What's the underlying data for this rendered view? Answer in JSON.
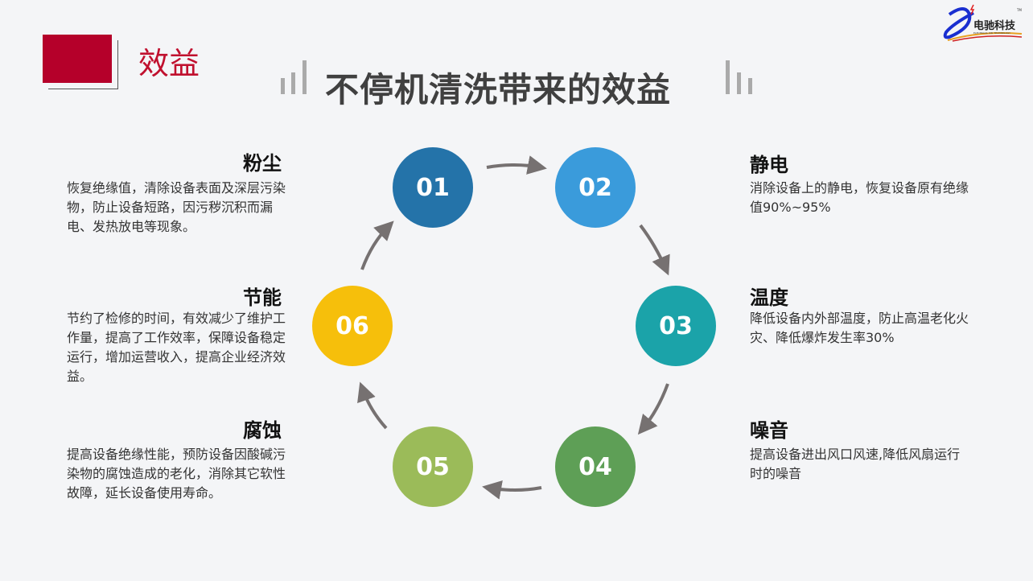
{
  "section_title": "效益",
  "main_title": "不停机清洗带来的效益",
  "logo": {
    "text": "电驰科技",
    "subtext": "ELECTRICAL DRI TECHNOLOGY",
    "tm": "TM"
  },
  "steps": [
    {
      "num": "01",
      "color": "#2473a9",
      "title": "粉尘",
      "desc": "恢复绝缘值，清除设备表面及深层污染物，防止设备短路，因污秽沉积而漏电、发热放电等现象。"
    },
    {
      "num": "02",
      "color": "#3a9bdb",
      "title": "静电",
      "desc": "消除设备上的静电，恢复设备原有绝缘值90%~95%"
    },
    {
      "num": "03",
      "color": "#1ba3a9",
      "title": "温度",
      "desc": "降低设备内外部温度，防止高温老化火灾、降低爆炸发生率30%"
    },
    {
      "num": "04",
      "color": "#5e9f56",
      "title": "噪音",
      "desc": "提高设备进出风口风速,降低风扇运行时的噪音"
    },
    {
      "num": "05",
      "color": "#9bbb59",
      "title": "腐蚀",
      "desc": "提高设备绝缘性能，预防设备因酸碱污染物的腐蚀造成的老化，消除其它软性故障，延长设备使用寿命。"
    },
    {
      "num": "06",
      "color": "#f6bf0b",
      "title": "节能",
      "desc": "节约了检修的时间，有效减少了维护工作量，提高了工作效率，保障设备稳定运行，增加运营收入，提高企业经济效益。"
    }
  ]
}
